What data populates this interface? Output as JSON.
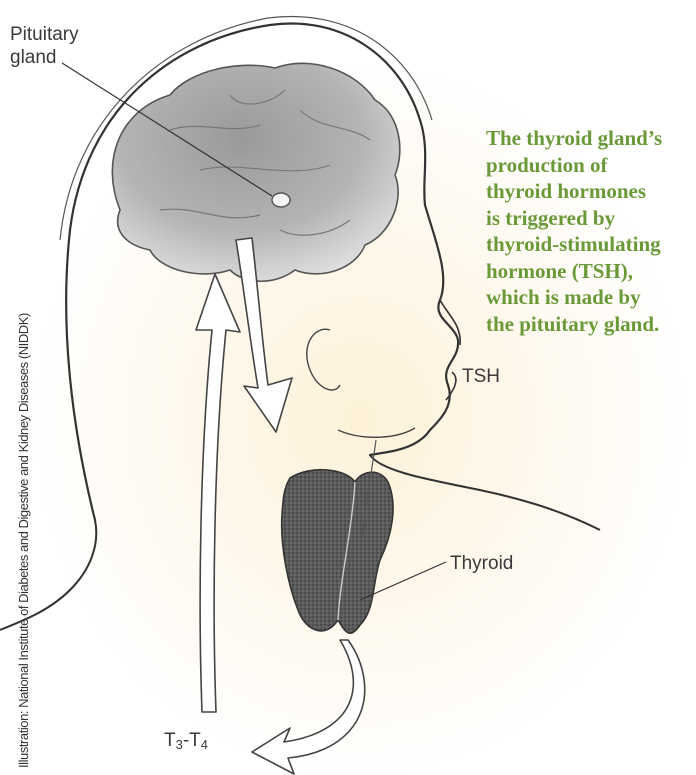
{
  "labels": {
    "pituitary": [
      "Pituitary",
      "gland"
    ],
    "tsh": "TSH",
    "thyroid": "Thyroid",
    "t3t4": {
      "a": "T",
      "sub_a": "3",
      "mid": "-T",
      "sub_b": "4"
    }
  },
  "caption": {
    "lines": [
      "The thyroid gland’s",
      "production of",
      "thyroid hormones",
      "is triggered by",
      "thyroid-stimulating",
      "hormone (TSH),",
      "which is made by",
      "the pituitary gland."
    ],
    "color": "#6a9a38"
  },
  "credit": "Illustration: National Institute of Diabetes and Digestive and Kidney Diseases (NIDDK)"
}
